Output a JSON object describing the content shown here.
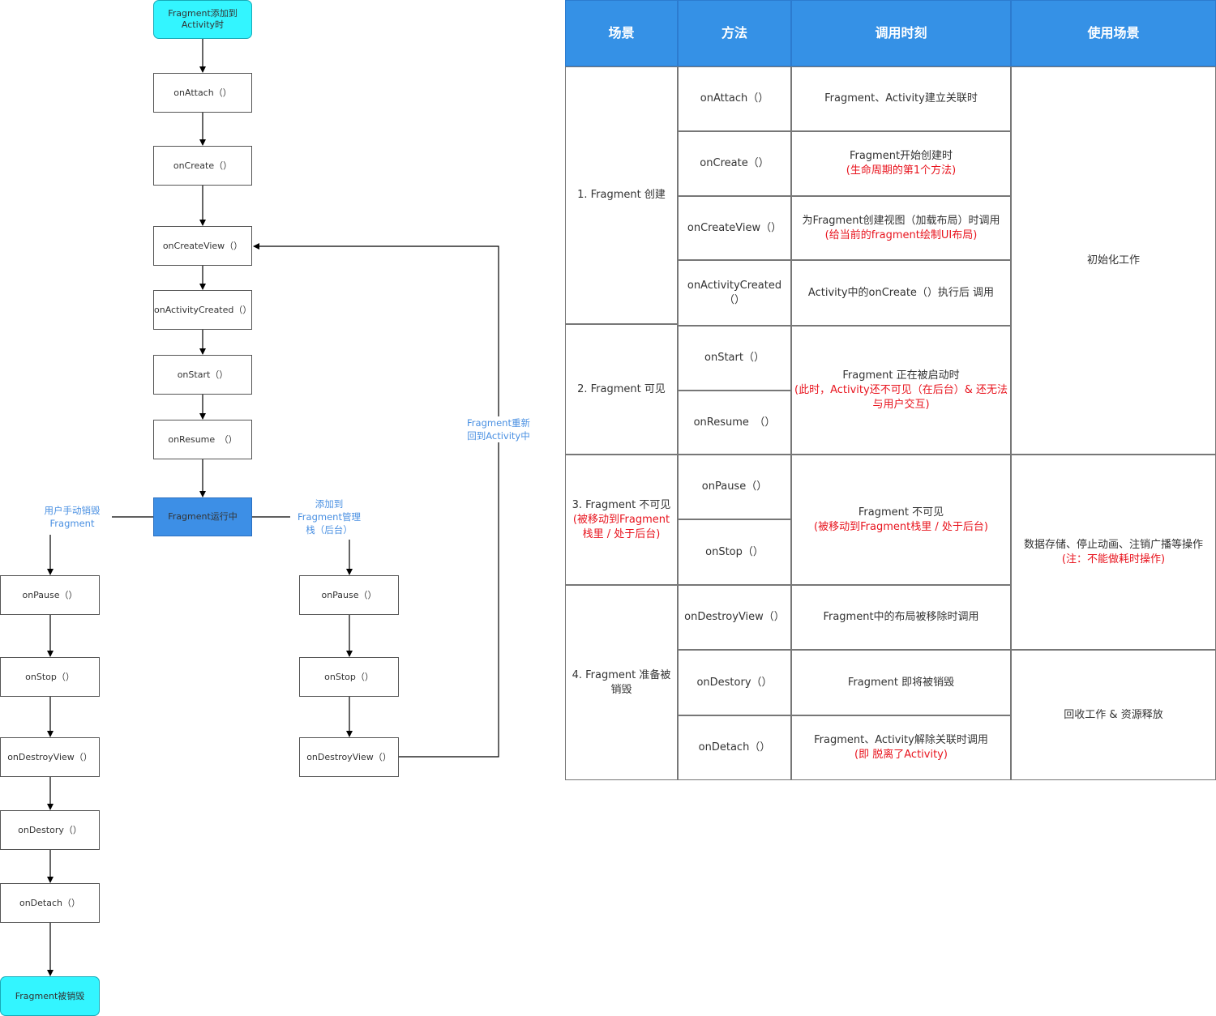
{
  "flow": {
    "start": "Fragment添加到Activity时",
    "on_attach": "onAttach（）",
    "on_create": "onCreate（）",
    "on_create_view": "onCreateView（）",
    "on_activity_created": "onActivityCreated（）",
    "on_start": "onStart（）",
    "on_resume": "onResume　（）",
    "running": "Fragment运行中",
    "left_pause": "onPause（）",
    "left_stop": "onStop（）",
    "left_destroy_view": "onDestroyView（）",
    "left_destory": "onDestory（）",
    "left_detach": "onDetach（）",
    "end": "Fragment被销毁",
    "right_pause": "onPause（）",
    "right_stop": "onStop（）",
    "right_destroy_view": "onDestroyView（）",
    "label_user_destroy": "用户手动销毁\nFragment",
    "label_add_backstack": "添加到\nFragment管理\n栈（后台）",
    "label_return": "Fragment重新\n回到Activity中"
  },
  "table": {
    "headers": [
      "场景",
      "方法",
      "调用时刻",
      "使用场景"
    ],
    "scenes": {
      "s1": "1. Fragment 创建",
      "s2": "2. Fragment 可见",
      "s3": "3. Fragment 不可见",
      "s3_note": "(被移动到Fragment栈里 / 处于后台)",
      "s4": "4. Fragment 准备被销毁"
    },
    "methods": {
      "m1": "onAttach（）",
      "m2": "onCreate（）",
      "m3": "onCreateView（）",
      "m4": "onActivityCreated（）",
      "m5": "onStart（）",
      "m6": "onResume　（）",
      "m7": "onPause（）",
      "m8": "onStop（）",
      "m9": "onDestroyView（）",
      "m10": "onDestory（）",
      "m11": "onDetach（）"
    },
    "timing": {
      "t1": "Fragment、Activity建立关联时",
      "t2": "Fragment开始创建时",
      "t2_note": "(生命周期的第1个方法)",
      "t3": "为Fragment创建视图（加载布局）时调用",
      "t3_note": "(给当前的fragment绘制UI布局)",
      "t4": "Activity中的onCreate（）执行后 调用",
      "t5": "Fragment 正在被启动时",
      "t5_note": "(此时，Activity还不可见（在后台）& 还无法与用户交互)",
      "t6": "Fragment 不可见",
      "t6_note": "(被移动到Fragment栈里 / 处于后台)",
      "t7": "Fragment中的布局被移除时调用",
      "t8": "Fragment 即将被销毁",
      "t9": "Fragment、Activity解除关联时调用",
      "t9_note": "(即 脱离了Activity)"
    },
    "usage": {
      "u1": "初始化工作",
      "u2": "数据存储、停止动画、注销广播等操作",
      "u2_note": "(注：不能做耗时操作)",
      "u3": "回收工作 & 资源释放"
    }
  }
}
